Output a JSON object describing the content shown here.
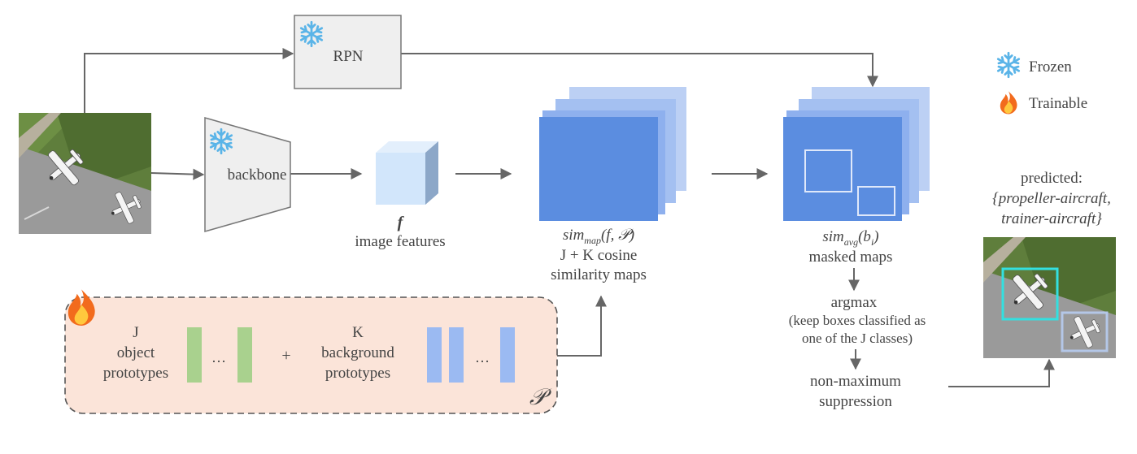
{
  "rpn": {
    "label": "RPN"
  },
  "backbone": {
    "label": "backbone"
  },
  "features": {
    "symbol": "f",
    "label": "image features"
  },
  "sim_map": {
    "func": "sim",
    "sub": "map",
    "args": "(f, 𝒫)",
    "line1": "J + K cosine",
    "line2": "similarity maps"
  },
  "sim_avg": {
    "func": "sim",
    "sub": "avg",
    "args_open": "(b",
    "args_sub": "i",
    "args_close": ")",
    "label": "masked maps"
  },
  "argmax": {
    "label": "argmax",
    "note1": "(keep boxes classified as",
    "note2": "one of the J classes)"
  },
  "nms": {
    "line1": "non-maximum",
    "line2": "suppression"
  },
  "legend": {
    "frozen": "Frozen",
    "trainable": "Trainable"
  },
  "prediction": {
    "title": "predicted:",
    "class1": "{propeller-aircraft,",
    "class2": "trainer-aircraft}"
  },
  "prototypes": {
    "object": [
      "J",
      "object",
      "prototypes"
    ],
    "background": [
      "K",
      "background",
      "prototypes"
    ],
    "plus": "+",
    "ellipsis": "…",
    "set_symbol": "𝒫"
  },
  "colors": {
    "arrow": "#666666",
    "box_fill": "#efefef",
    "box_stroke": "#777777",
    "map_dark": "#5b8de0",
    "map_mid": "#8eb0ee",
    "map_light": "#bcd0f4",
    "object_proto": "#a9d18e",
    "background_proto": "#9bbaf2",
    "proto_panel_fill": "#fbe4d9",
    "pred_box_1": "#33e0e0",
    "pred_box_2": "#b4c7e7"
  },
  "icons": {
    "frozen": "snowflake-icon",
    "trainable": "fire-icon"
  }
}
